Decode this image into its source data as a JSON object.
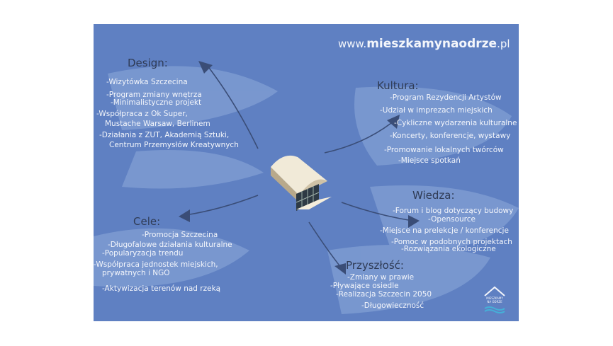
{
  "website": {
    "prefix": "www.",
    "domain": "mieszkamynaodrze",
    "suffix": ".pl"
  },
  "logo": {
    "line1": "MIESZKAMY",
    "line2": "NA ODRZE"
  },
  "colors": {
    "background": "#5f80c2",
    "heading": "#2f3b55",
    "text": "#f4f6fb",
    "arrow": "#3a4d77"
  },
  "sections": {
    "design": {
      "title": "Design:",
      "items": [
        "-Wizytówka Szczecina",
        "-Program zmiany wnętrza",
        "-Minimalistyczne projekt",
        "-Współpraca z Ok Super,",
        "Mustache Warsaw, Berlinem",
        "-Działania z ZUT, Akademią Sztuki,",
        "Centrum Przemysłów Kreatywnych"
      ]
    },
    "kultura": {
      "title": "Kultura:",
      "items": [
        "-Program Rezydencji Artystów",
        "-Udział w imprezach miejskich",
        "-Cykliczne wydarzenia kulturalne",
        "-Koncerty, konferencje, wystawy",
        "-Promowanie lokalnych twórców",
        "-Miejsce spotkań"
      ]
    },
    "wiedza": {
      "title": "Wiedza:",
      "items": [
        "-Forum i blog dotyczący budowy",
        "-Opensource",
        "-Miejsce na prelekcje / konferencje",
        "-Pomoc w podobnych projektach",
        "-Rozwiązania ekologiczne"
      ]
    },
    "cele": {
      "title": "Cele:",
      "items": [
        "-Promocja Szczecina",
        "-Długofalowe działania kulturalne",
        "-Popularyzacja trendu",
        "-Współpraca jednostek miejskich,",
        "prywatnych i NGO",
        "-Aktywizacja terenów nad rzeką"
      ]
    },
    "przyszlosc": {
      "title": "Przyszłość:",
      "items": [
        "-Zmiany w prawie",
        "-Pływające osiedle",
        "-Realizacja Szczecin 2050",
        "-Długowieczność"
      ]
    }
  }
}
